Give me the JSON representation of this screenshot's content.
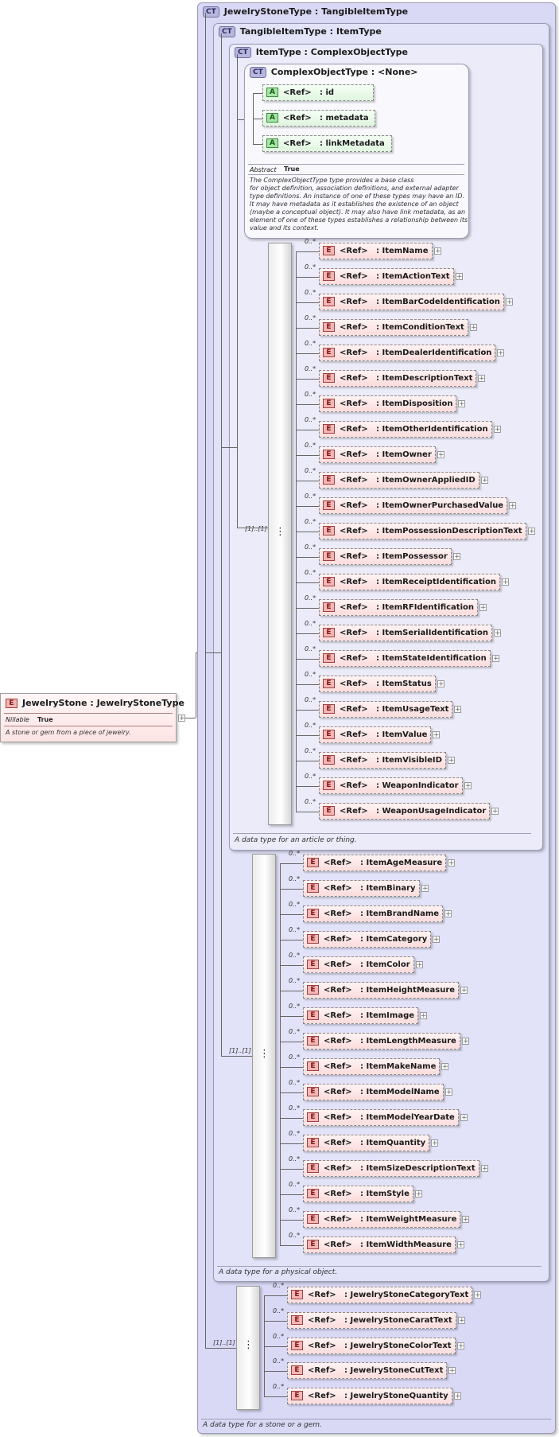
{
  "root": {
    "badge": "E",
    "name": "JewelryStone : JewelryStoneType",
    "nillable_label": "Nillable",
    "nillable_value": "True",
    "description": "A stone or gem from a piece of jewelry."
  },
  "types": {
    "badge": "CT",
    "jewelry_stone_type": "JewelryStoneType : TangibleItemType",
    "tangible_item_type": "TangibleItemType : ItemType",
    "item_type": "ItemType : ComplexObjectType",
    "complex_object_type": "ComplexObjectType : <None>",
    "jewelry_stone_desc": "A data type for a stone or a gem.",
    "tangible_item_desc": "A data type for a physical object.",
    "item_desc": "A data type for an article or thing."
  },
  "complex_object": {
    "attr_badge": "A",
    "ref": "<Ref>",
    "attributes": [
      ": id",
      ": metadata",
      ": linkMetadata"
    ],
    "abstract_label": "Abstract",
    "abstract_value": "True",
    "description_lines": [
      "The ComplexObjectType type provides a base class",
      "for object definition, association definitions, and external adapter",
      "type definitions. An instance of one of these types may have an ID.",
      "It may have metadata as it establishes the existence of an object",
      "(maybe a conceptual object). It may also have link metadata, as an",
      "element of one of these types establishes a relationship between its",
      "value and its context."
    ]
  },
  "elem_badge": "E",
  "ref": "<Ref>",
  "occ": "0..*",
  "seq_occ": "[1]..[1]",
  "item_elements": [
    ": ItemName",
    ": ItemActionText",
    ": ItemBarCodeIdentification",
    ": ItemConditionText",
    ": ItemDealerIdentification",
    ": ItemDescriptionText",
    ": ItemDisposition",
    ": ItemOtherIdentification",
    ": ItemOwner",
    ": ItemOwnerAppliedID",
    ": ItemOwnerPurchasedValue",
    ": ItemPossessionDescriptionText",
    ": ItemPossessor",
    ": ItemReceiptIdentification",
    ": ItemRFIdentification",
    ": ItemSerialIdentification",
    ": ItemStateIdentification",
    ": ItemStatus",
    ": ItemUsageText",
    ": ItemValue",
    ": ItemVisibleID",
    ": WeaponIndicator",
    ": WeaponUsageIndicator"
  ],
  "tangible_elements": [
    ": ItemAgeMeasure",
    ": ItemBinary",
    ": ItemBrandName",
    ": ItemCategory",
    ": ItemColor",
    ": ItemHeightMeasure",
    ": ItemImage",
    ": ItemLengthMeasure",
    ": ItemMakeName",
    ": ItemModelName",
    ": ItemModelYearDate",
    ": ItemQuantity",
    ": ItemSizeDescriptionText",
    ": ItemStyle",
    ": ItemWeightMeasure",
    ": ItemWidthMeasure"
  ],
  "jewelry_elements": [
    ": JewelryStoneCategoryText",
    ": JewelryStoneCaratText",
    ": JewelryStoneColorText",
    ": JewelryStoneCutText",
    ": JewelryStoneQuantity"
  ],
  "plus_sign": "+",
  "seq_icon": "⋮"
}
